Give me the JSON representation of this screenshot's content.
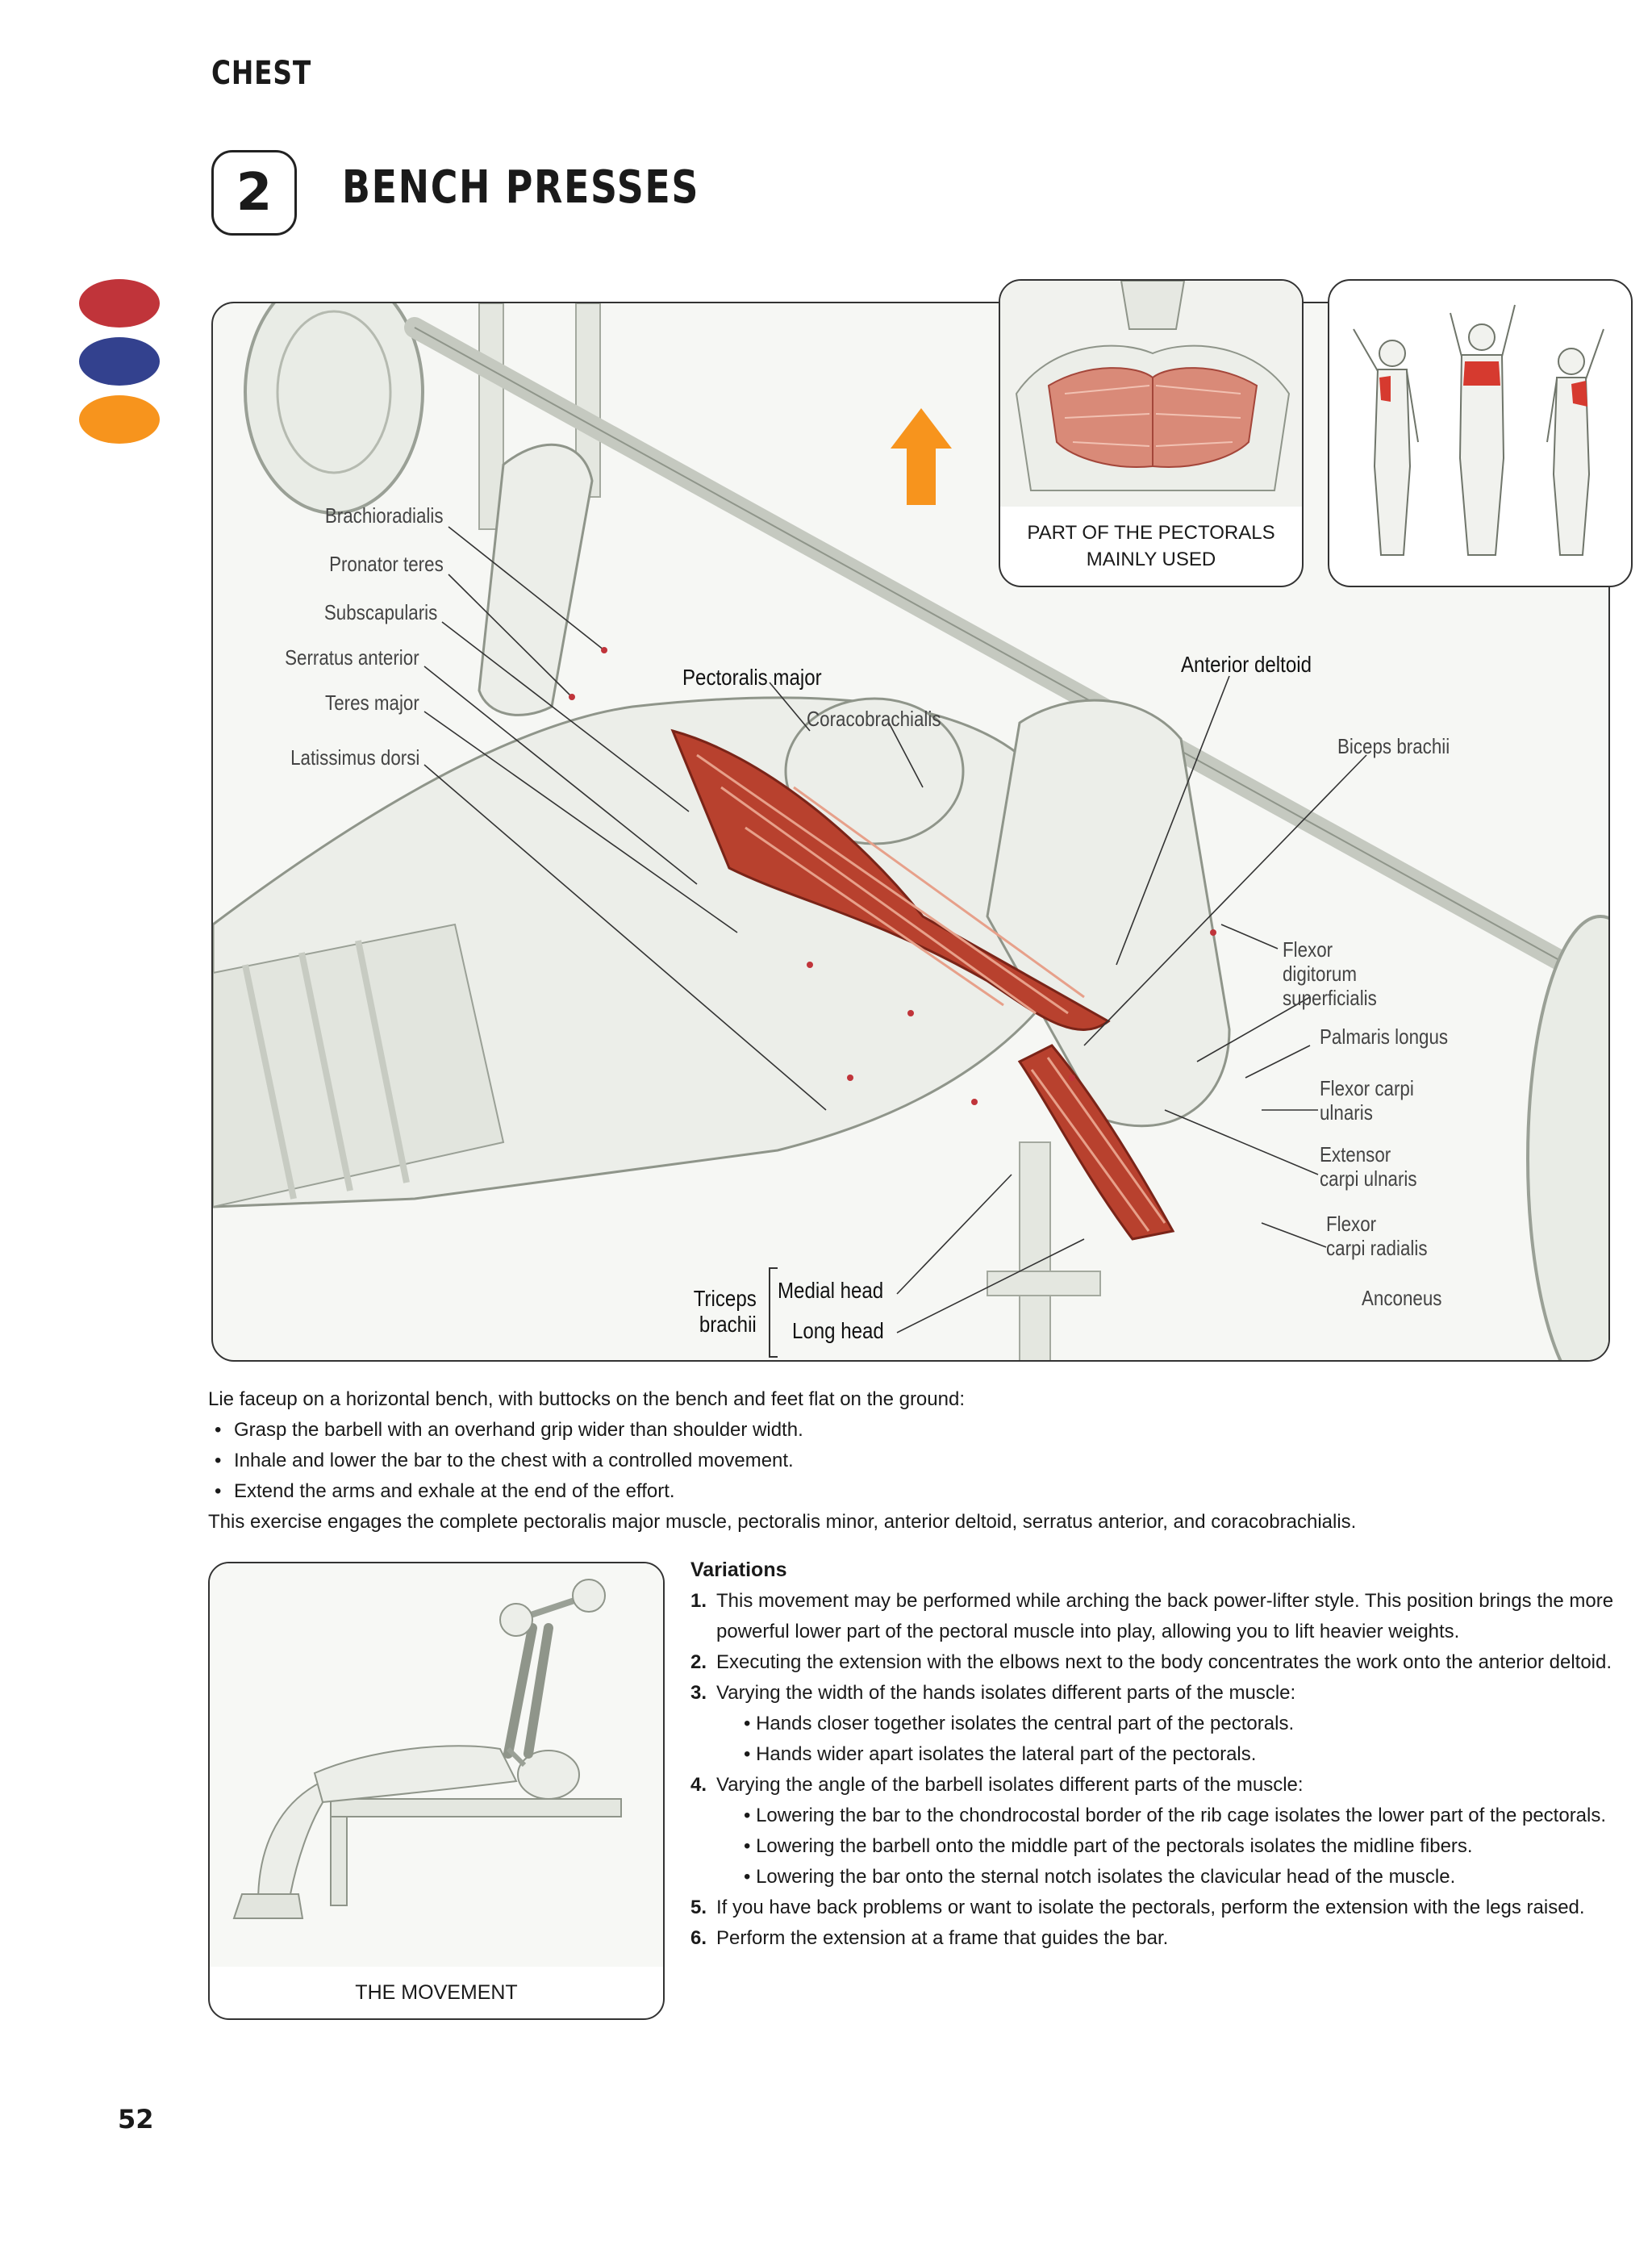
{
  "header": {
    "section": "CHEST",
    "exercise_number": "2",
    "exercise_title": "BENCH PRESSES"
  },
  "colors": {
    "dot_1": "#c0343a",
    "dot_2": "#33418e",
    "dot_3": "#f7941d",
    "muscle": "#b8412e"
  },
  "insets": {
    "pectorals_caption_1": "PART OF THE PECTORALS",
    "pectorals_caption_2": "MAINLY USED"
  },
  "labels": {
    "brachioradialis": "Brachioradialis",
    "pronator_teres": "Pronator teres",
    "subscapularis": "Subscapularis",
    "serratus_anterior": "Serratus anterior",
    "teres_major": "Teres major",
    "latissimus_dorsi": "Latissimus dorsi",
    "pectoralis_major": "Pectoralis major",
    "coracobrachialis": "Coracobrachialis",
    "anterior_deltoid": "Anterior deltoid",
    "biceps_brachii": "Biceps brachii",
    "flexor_digitorum_1": "Flexor",
    "flexor_digitorum_2": "digitorum",
    "flexor_digitorum_3": "superficialis",
    "palmaris_longus": "Palmaris longus",
    "flexor_carpi_ulnaris_1": "Flexor carpi",
    "flexor_carpi_ulnaris_2": "ulnaris",
    "extensor_carpi_ulnaris_1": "Extensor",
    "extensor_carpi_ulnaris_2": "carpi ulnaris",
    "flexor_carpi_radialis_1": "Flexor",
    "flexor_carpi_radialis_2": "carpi radialis",
    "anconeus": "Anconeus",
    "triceps_1": "Triceps",
    "triceps_2": "brachii",
    "medial_head": "Medial head",
    "long_head": "Long head"
  },
  "instructions": {
    "intro": "Lie faceup on a horizontal bench, with buttocks on the bench and feet flat on the ground:",
    "steps": [
      "Grasp the barbell with an overhand grip wider than shoulder width.",
      "Inhale and lower the bar to the chest with a controlled movement.",
      "Extend the arms and exhale at the end of the effort."
    ],
    "summary": "This exercise engages the complete pectoralis major muscle, pectoralis minor, anterior deltoid, serratus anterior, and coracobrachialis."
  },
  "movement": {
    "caption": "THE MOVEMENT"
  },
  "variations": {
    "title": "Variations",
    "items": [
      {
        "num": "1.",
        "line1": "This movement may be performed while arching the back power-lifter style. This position brings the more",
        "line2": "powerful lower part of the pectoral muscle into play, allowing you to lift heavier weights."
      },
      {
        "num": "2.",
        "line1": "Executing the extension with the elbows next to the body concentrates the work onto the anterior deltoid."
      },
      {
        "num": "3.",
        "line1": "Varying the width of the hands isolates different parts of the muscle:",
        "subs": [
          "Hands closer together isolates the central part of the pectorals.",
          "Hands wider apart isolates the lateral part of the pectorals."
        ]
      },
      {
        "num": "4.",
        "line1": "Varying the angle of the barbell isolates different parts of the muscle:",
        "subs": [
          "Lowering the bar to the chondrocostal border of the rib cage isolates the lower part of the pectorals.",
          "Lowering the barbell onto the middle part of the pectorals isolates the midline fibers.",
          "Lowering the bar onto the sternal notch isolates the clavicular head of the muscle."
        ]
      },
      {
        "num": "5.",
        "line1": "If you have back problems or want to isolate the pectorals, perform the extension with the legs raised."
      },
      {
        "num": "6.",
        "line1": "Perform the extension at a frame that guides the bar."
      }
    ]
  },
  "footer": {
    "page_number": "52"
  }
}
